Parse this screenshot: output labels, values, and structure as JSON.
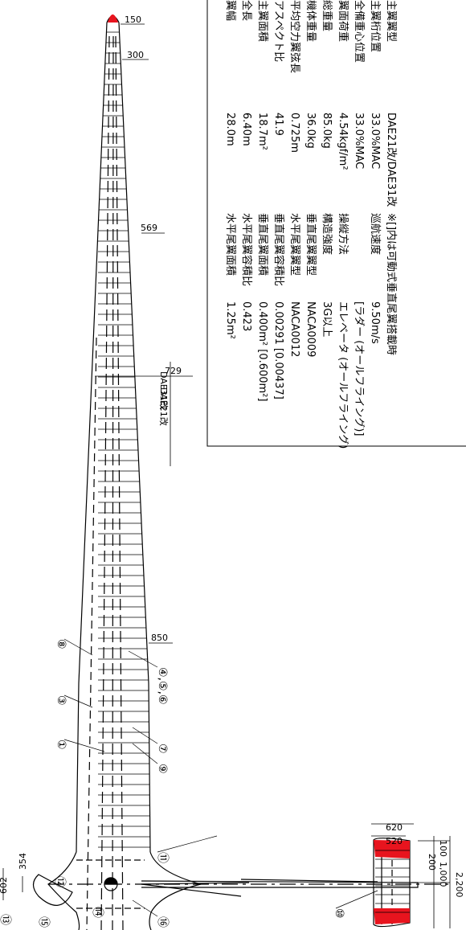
{
  "specs_left": [
    {
      "label": "翼幅",
      "value": "28.0m"
    },
    {
      "label": "全長",
      "value": "6.40m"
    },
    {
      "label": "主翼面積",
      "value": "18.7m²"
    },
    {
      "label": "アスペクト比",
      "value": "41.9"
    },
    {
      "label": "平均空力翼弦長",
      "value": "0.725m"
    },
    {
      "label": "機体重量",
      "value": "36.0kg"
    },
    {
      "label": "総重量",
      "value": "85.0kg"
    },
    {
      "label": "翼面荷重",
      "value": "4.54kgf/m²"
    },
    {
      "label": "全備重心位置",
      "value": "33.0%MAC"
    },
    {
      "label": "主翼桁位置",
      "value": "33.0%MAC"
    },
    {
      "label": "主翼翼型",
      "value": "DAE21改/DAE31改"
    }
  ],
  "specs_right": [
    {
      "label": "水平尾翼面積",
      "value": "1.25m²"
    },
    {
      "label": "水平尾翼容積比",
      "value": "0.423"
    },
    {
      "label": "垂直尾翼面積",
      "value": "0.400m² [0.600m²]"
    },
    {
      "label": "垂直尾翼容積比",
      "value": "0.00291 [0.00437]"
    },
    {
      "label": "水平尾翼翼型",
      "value": "NACA0012"
    },
    {
      "label": "垂直尾翼翼型",
      "value": "NACA0009"
    },
    {
      "label": "構造強度",
      "value": "3G以上"
    },
    {
      "label": "操縦方法",
      "value": "エレベータ (オールフライング)"
    },
    {
      "label": "",
      "value": "[ラダー (オールフライング)]"
    },
    {
      "label": "巡航速度",
      "value": "9.50m/s"
    }
  ],
  "note": "※[]内は可動式垂直尾翼搭載時",
  "dimensions": {
    "d150": "150",
    "d300": "300",
    "d569": "569",
    "d729": "729",
    "d850": "850",
    "d620": "620",
    "d520": "520",
    "d100": "100",
    "d200": "200",
    "d1000": "1,000",
    "d2200": "2,200",
    "d354": "354",
    "d602": "602"
  },
  "airfoil_labels": {
    "a": "DAE31改",
    "b": "DAE21改"
  },
  "callouts": [
    "⑧",
    "③",
    "①",
    "④,⑤,⑥",
    "⑦",
    "⑨",
    "⑪",
    "⑫",
    "⑬",
    "⑭",
    "⑮",
    "⑯",
    "⑩"
  ],
  "colors": {
    "line": "#000000",
    "tip": "#e8141e"
  }
}
